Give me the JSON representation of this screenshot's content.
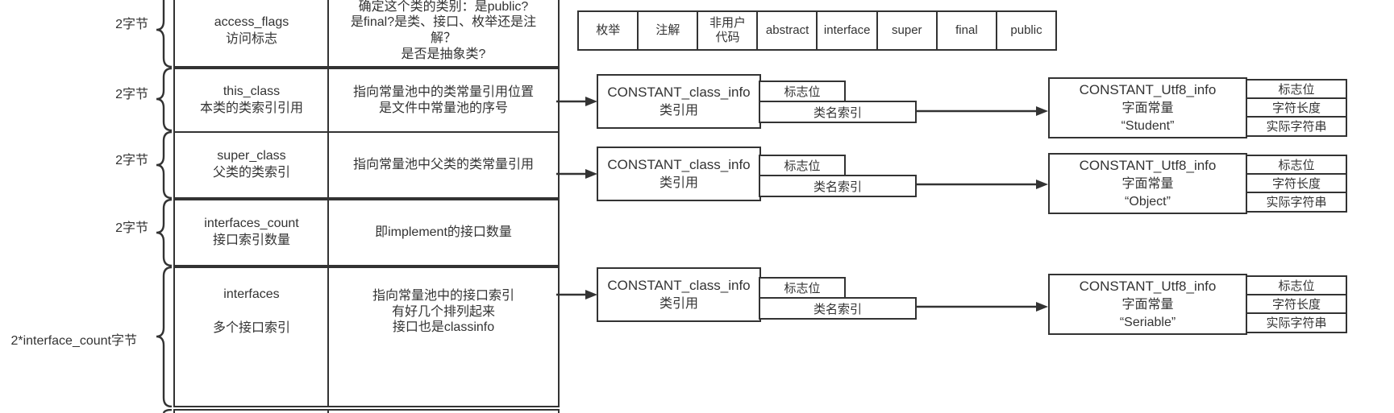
{
  "table": {
    "rows": [
      {
        "size_label": "2字节",
        "field": "access_flags\n访问标志",
        "description": "确定这个类的类别：是public?\n是final?是类、接口、枚举还是注\n解？\n是否是抽象类?"
      },
      {
        "size_label": "2字节",
        "field": "this_class\n本类的类索引引用",
        "description": "指向常量池中的类常量引用位置\n是文件中常量池的序号"
      },
      {
        "size_label": "2字节",
        "field": "super_class\n父类的类索引",
        "description": "指向常量池中父类的类常量引用"
      },
      {
        "size_label": "2字节",
        "field": "interfaces_count\n接口索引数量",
        "description": "即implement的接口数量"
      },
      {
        "size_label": "2*interface_count字节",
        "field": "interfaces\n\n多个接口索引",
        "description": "指向常量池中的接口索引\n有好几个排列起来\n接口也是classinfo"
      }
    ]
  },
  "access_flag_options": [
    "枚举",
    "注解",
    "非用户代码",
    "abstract",
    "interface",
    "super",
    "final",
    "public"
  ],
  "constant_class_node": {
    "title": "CONSTANT_class_info",
    "subtitle": "类引用",
    "flag_label": "标志位",
    "index_label": "类名索引"
  },
  "constant_utf8_node": {
    "title": "CONSTANT_Utf8_info",
    "subtitle": "字面常量",
    "field_labels": [
      "标志位",
      "字符长度",
      "实际字符串"
    ]
  },
  "utf8_literals": [
    "“Student”",
    "“Object”",
    "“Seriable”"
  ],
  "colors": {
    "line": "#333333",
    "text": "#333333",
    "background": "#ffffff"
  }
}
